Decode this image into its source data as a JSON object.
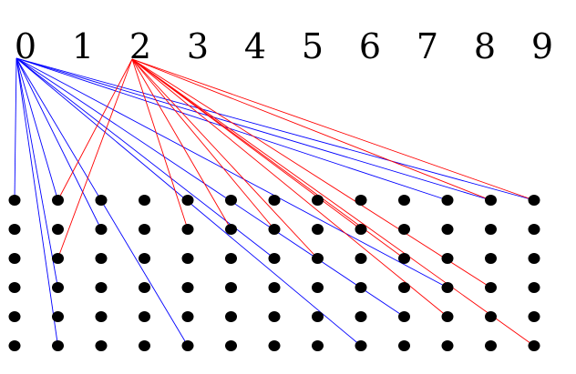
{
  "digits": [
    "0",
    "1",
    "2",
    "3",
    "4",
    "5",
    "6",
    "7",
    "8",
    "9"
  ],
  "grid": {
    "rows": 6,
    "cols": 13
  },
  "colors": {
    "dot": "#000000",
    "digit_text": "#000000",
    "blue_lines": "#0000ff",
    "red_lines": "#ff0000"
  },
  "edge_groups": [
    {
      "name": "blue",
      "source_digit": "0",
      "color": "#0000ff",
      "targets": [
        [
          0,
          0
        ],
        [
          1,
          0
        ],
        [
          1,
          3
        ],
        [
          1,
          5
        ],
        [
          2,
          1
        ],
        [
          4,
          5
        ],
        [
          6,
          2
        ],
        [
          8,
          5
        ],
        [
          9,
          4
        ],
        [
          10,
          3
        ],
        [
          10,
          0
        ],
        [
          11,
          0
        ],
        [
          12,
          0
        ]
      ]
    },
    {
      "name": "red",
      "source_digit": "2",
      "color": "#ff0000",
      "targets": [
        [
          1,
          0
        ],
        [
          1,
          2
        ],
        [
          4,
          1
        ],
        [
          5,
          1
        ],
        [
          6,
          1
        ],
        [
          7,
          2
        ],
        [
          8,
          1
        ],
        [
          9,
          2
        ],
        [
          10,
          4
        ],
        [
          11,
          0
        ],
        [
          11,
          3
        ],
        [
          12,
          0
        ],
        [
          12,
          5
        ]
      ]
    }
  ]
}
